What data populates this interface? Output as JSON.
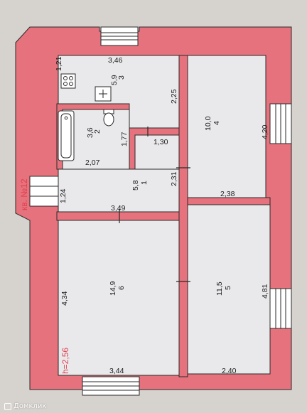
{
  "colors": {
    "wall": "#e5727c",
    "floor": "#e9e9eb",
    "line": "#2a2a2a",
    "red_text": "#e0414f",
    "background": "#d6d3cf"
  },
  "plan": {
    "apartment_label": "кв. №12",
    "height_label": "h=2,56",
    "rooms": [
      {
        "number": "1",
        "area": "5,8"
      },
      {
        "number": "2",
        "area": "3,6"
      },
      {
        "number": "3",
        "area": "5,9"
      },
      {
        "number": "4",
        "area": "10,0"
      },
      {
        "number": "5",
        "area": "11,5"
      },
      {
        "number": "6",
        "area": "14,9"
      }
    ],
    "dimensions": {
      "top_room3": "3,46",
      "left_room3": "1,21",
      "right_room3": "2,25",
      "right_room4": "4,20",
      "bath_bottom": "2,07",
      "bath_side": "1,77",
      "hall_top": "1,30",
      "hall_right": "2,31",
      "hall_left": "1,24",
      "hall_bottom": "3,49",
      "room5_top": "2,38",
      "room6_left": "4,34",
      "room5_right": "4,81",
      "room6_bottom": "3,44",
      "room5_bottom": "2,40"
    }
  },
  "watermark": {
    "text": "Домклик",
    "icon": "domclick-logo-icon"
  }
}
